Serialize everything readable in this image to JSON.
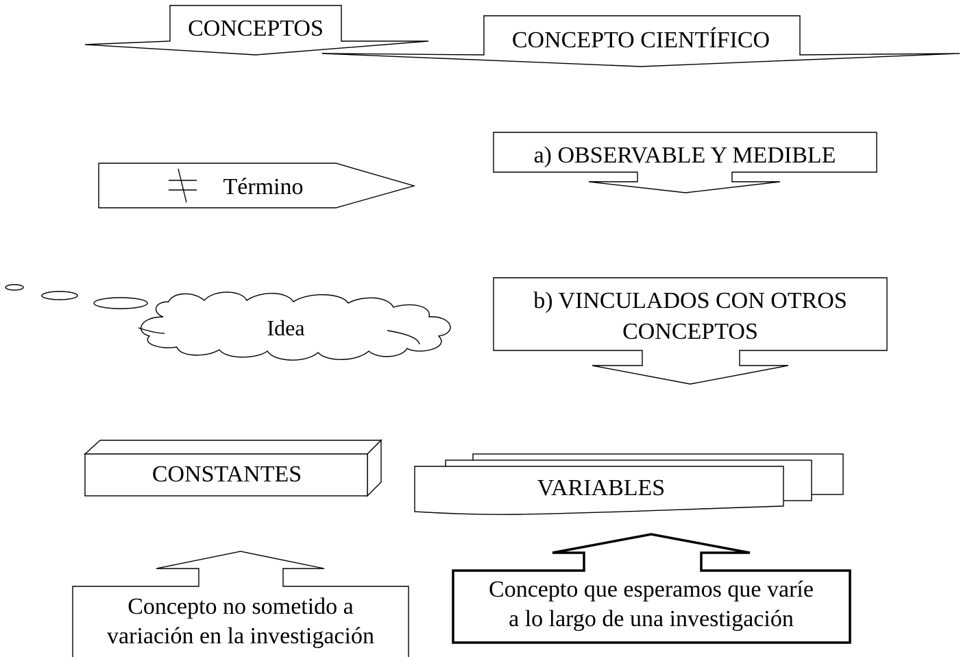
{
  "header": {
    "conceptos": "CONCEPTOS",
    "concepto_cientifico": "CONCEPTO CIENTÍFICO"
  },
  "left": {
    "termino": "Término",
    "idea": "Idea",
    "constantes": "CONSTANTES",
    "constantes_desc_line1": "Concepto no sometido a",
    "constantes_desc_line2": "variación en la investigación"
  },
  "right": {
    "observable": "a)  OBSERVABLE Y MEDIBLE",
    "vinculados_line1": "b) VINCULADOS CON OTROS",
    "vinculados_line2": "CONCEPTOS",
    "variables": "VARIABLES",
    "variables_desc_line1": "Concepto que esperamos que varíe",
    "variables_desc_line2": "a lo largo de una investigación"
  },
  "icons": {
    "not_equal": "not-equal-sign",
    "thought": "thought-bubble"
  }
}
